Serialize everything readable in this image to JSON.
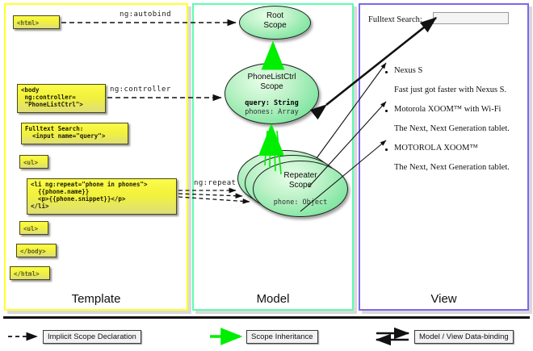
{
  "panels": [
    {
      "id": "template",
      "label": "Template",
      "border_color": "#ffff2e"
    },
    {
      "id": "model",
      "label": "Model",
      "border_color": "#5dfbb0"
    },
    {
      "id": "view",
      "label": "View",
      "border_color": "#7b68ee"
    }
  ],
  "template": {
    "boxes": [
      {
        "name": "html-open-tag",
        "text": "<html>"
      },
      {
        "name": "body-open-tag",
        "text": "<body\n ng:controller=\n \"PhoneListCtrl\">"
      },
      {
        "name": "fulltext-search-markup",
        "text": "Fulltext Search:\n  <input name=\"query\">"
      },
      {
        "name": "ul-open-tag",
        "text": "<ul>"
      },
      {
        "name": "li-repeat-markup",
        "text": "<li ng:repeat=\"phone in phones\">\n  {{phone.name}}\n  <p>{{phone.snippet}}</p>\n</li>"
      },
      {
        "name": "ul-close-tag",
        "text": "<ul>"
      },
      {
        "name": "body-close-tag",
        "text": "</body>"
      },
      {
        "name": "html-close-tag",
        "text": "</html>"
      }
    ]
  },
  "model": {
    "scopes": [
      {
        "name": "root-scope",
        "title": "Root\nScope",
        "props": ""
      },
      {
        "name": "phonelistctrl-scope",
        "title": "PhoneListCtrl\nScope",
        "prop_bold": "query: String",
        "prop_dim": "phones: Array"
      },
      {
        "name": "repeater-scope",
        "title": "Repeater\nScope",
        "prop_dim": "phone: Object",
        "stack_count": 3
      }
    ]
  },
  "view": {
    "search_label": "Fulltext Search:",
    "search_value": "",
    "items": [
      {
        "name": "Nexus S",
        "snippet": "Fast just got faster with Nexus S."
      },
      {
        "name": "Motorola XOOM™  with Wi-Fi",
        "snippet": "The Next, Next Generation tablet."
      },
      {
        "name": "MOTOROLA XOOM™",
        "snippet": "The Next, Next Generation tablet."
      }
    ]
  },
  "edges": [
    {
      "name": "ng-autobind-edge",
      "label": "ng:autobind"
    },
    {
      "name": "ng-controller-edge",
      "label": "ng:controller"
    },
    {
      "name": "ng-repeat-edge",
      "label": "ng:repeat"
    }
  ],
  "legend": [
    {
      "name": "implicit-scope-declaration",
      "label": "Implicit Scope Declaration",
      "style": "dashed-black"
    },
    {
      "name": "scope-inheritance",
      "label": "Scope Inheritance",
      "style": "solid-green"
    },
    {
      "name": "model-view-data-binding",
      "label": "Model / View Data-binding",
      "style": "double-black"
    }
  ],
  "colors": {
    "template_border": "#ffff2e",
    "model_border": "#5dfbb0",
    "view_border": "#7b68ee",
    "inheritance_green": "#00ee00",
    "code_yellow": "#f2f23c",
    "scope_green": "#7fe5a0"
  }
}
